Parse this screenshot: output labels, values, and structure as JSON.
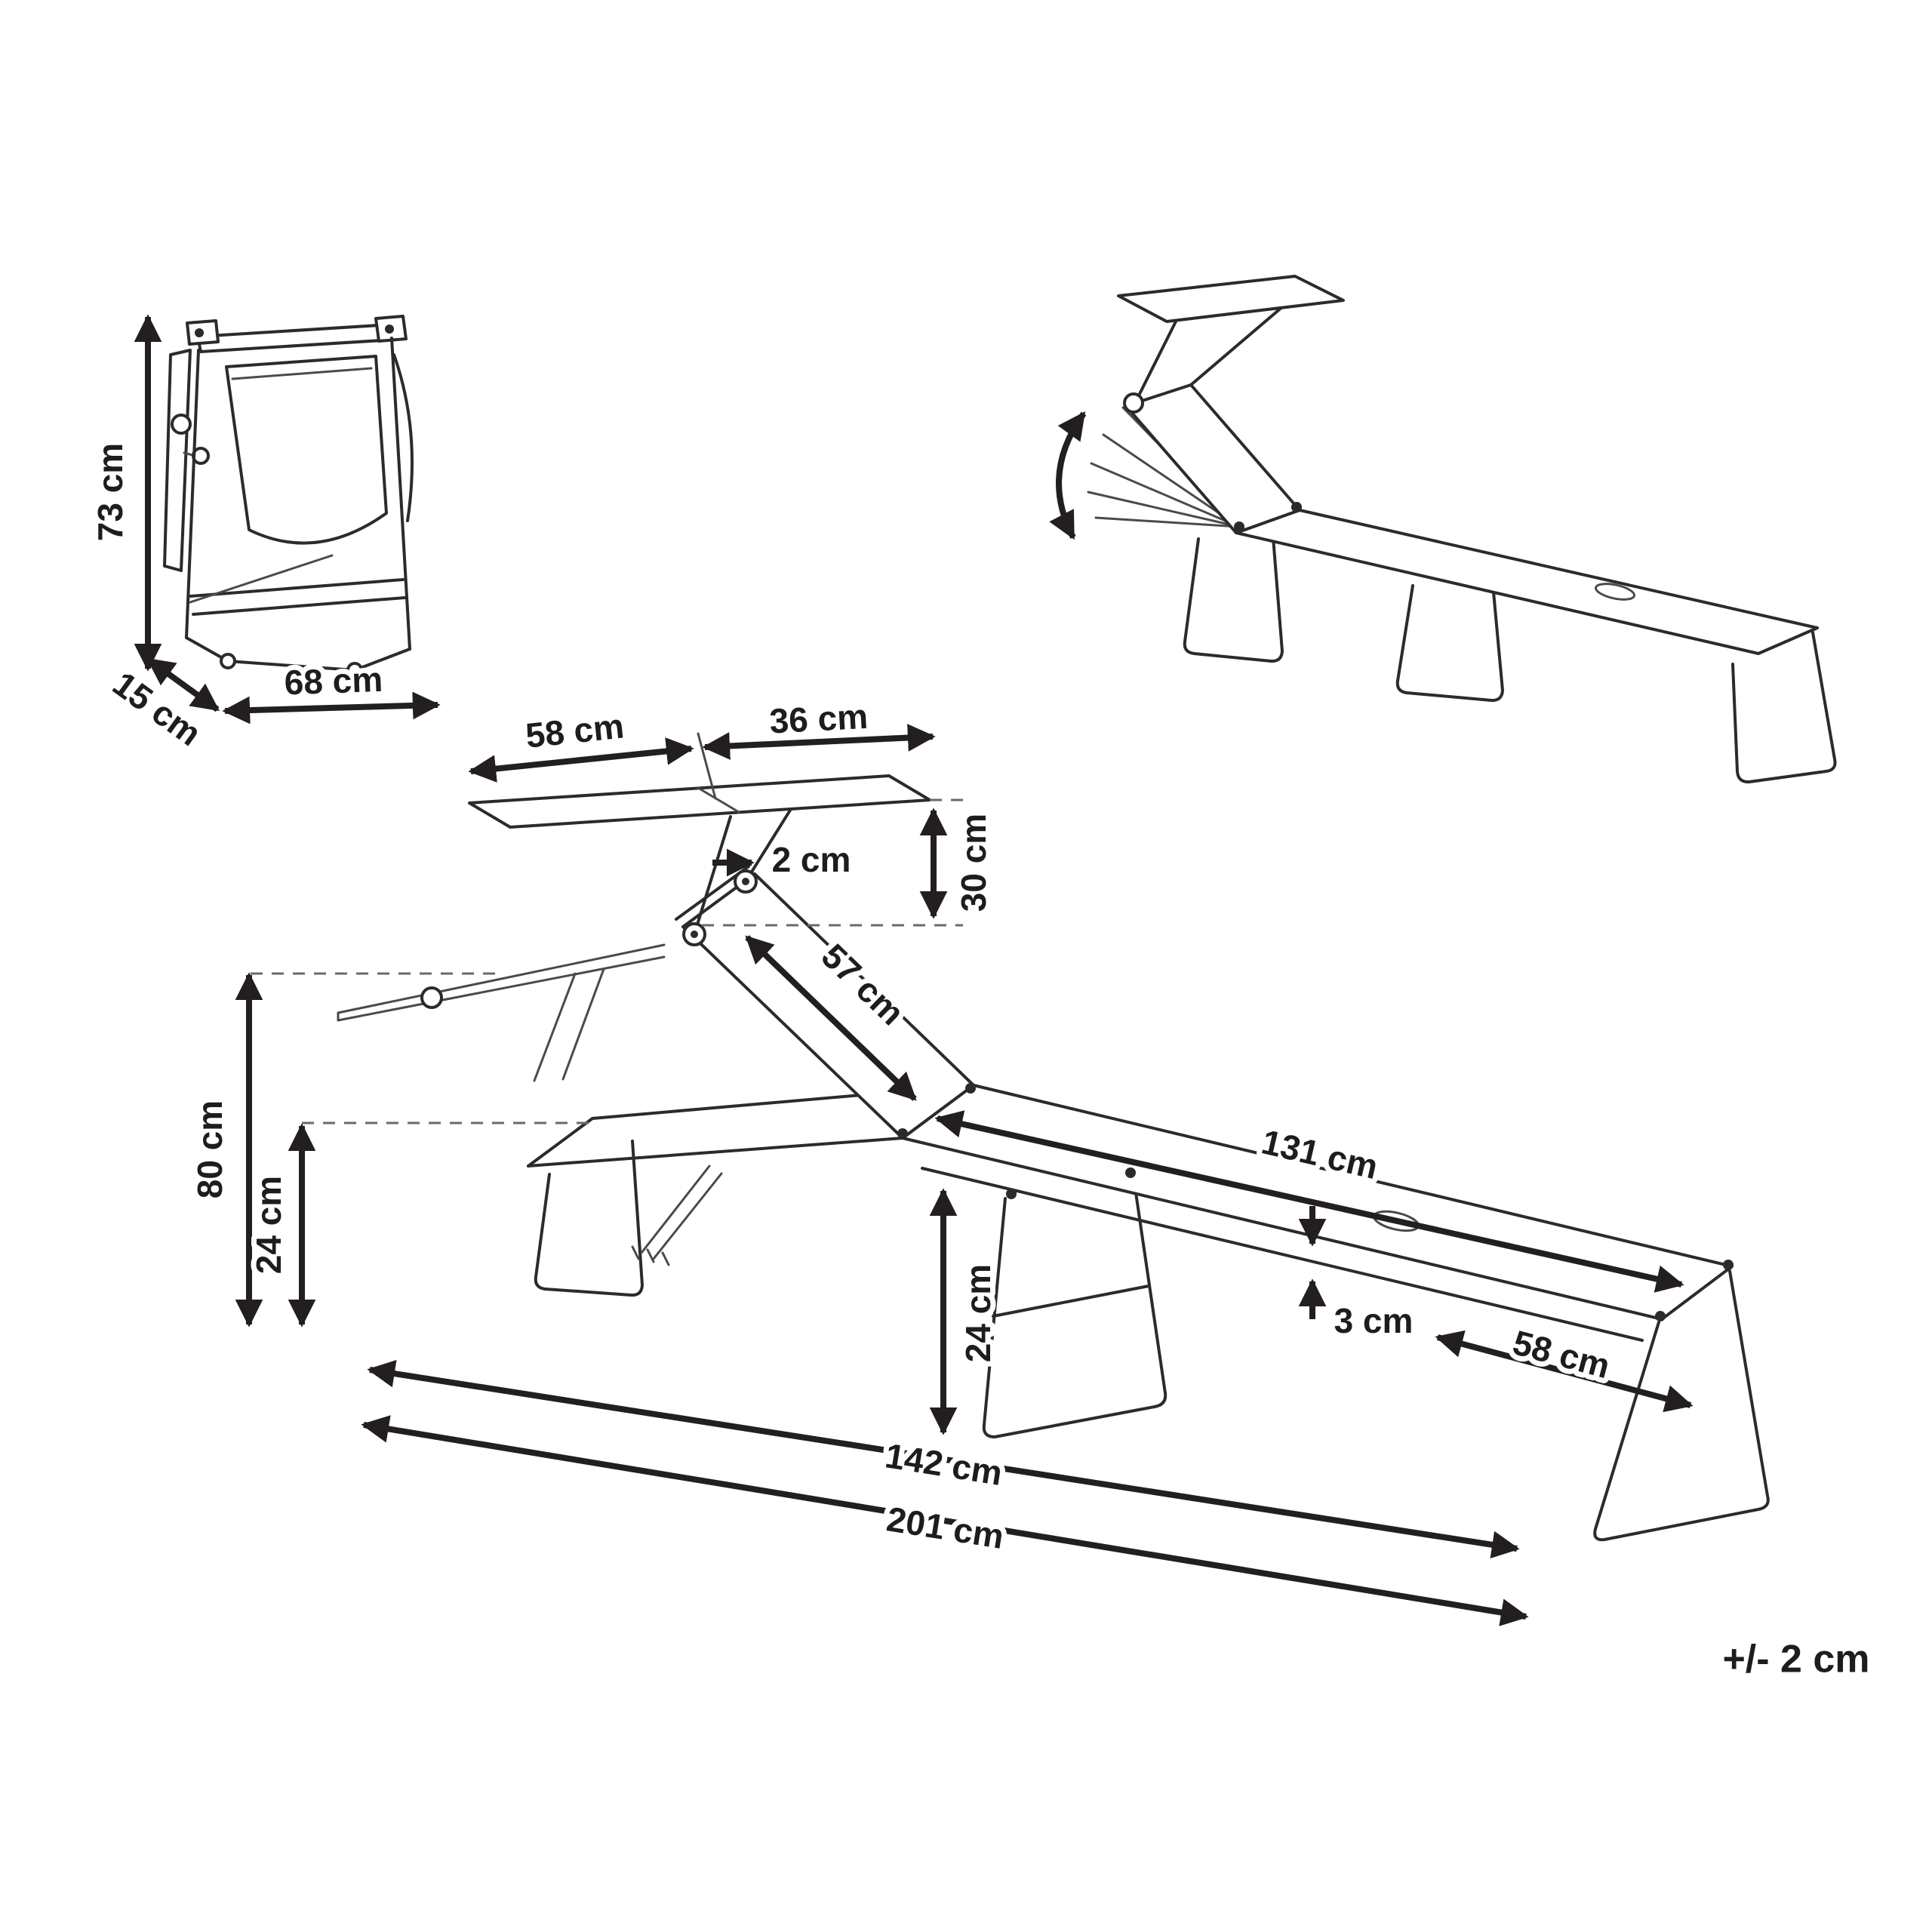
{
  "meta": {
    "description": "Technical dimension diagram of a folding sun lounger with adjustable canopy",
    "background": "#ffffff",
    "line_color": "#231f20"
  },
  "folded_view": {
    "height": "73 cm",
    "depth": "15 cm",
    "width": "68 cm"
  },
  "main_view": {
    "canopy_rear_width": "58 cm",
    "canopy_front_width": "36 cm",
    "strut_diameter": "2 cm",
    "canopy_clearance": "30 cm",
    "backrest_length": "57 cm",
    "seat_length": "131 cm",
    "max_height": "80 cm",
    "rear_height": "24 cm",
    "seat_height": "24 cm",
    "frame_tube": "3 cm",
    "bed_width": "58 cm",
    "lying_length": "142 cm",
    "total_length": "201 cm"
  },
  "note": {
    "tolerance": "+/- 2 cm"
  }
}
